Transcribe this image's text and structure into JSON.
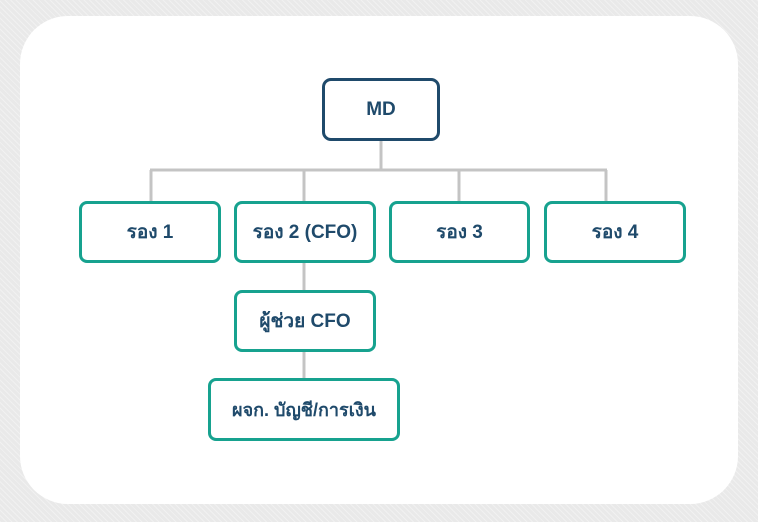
{
  "org_chart": {
    "root": {
      "label": "MD"
    },
    "deputies": [
      {
        "label": "รอง 1"
      },
      {
        "label": "รอง 2 (CFO)"
      },
      {
        "label": "รอง 3"
      },
      {
        "label": "รอง 4"
      }
    ],
    "cfo_assistant": {
      "label": "ผู้ช่วย CFO"
    },
    "accounting_manager": {
      "label": "ผจก. บัญชี/การเงิน"
    },
    "colors": {
      "root_border": "#1f4a6b",
      "node_border": "#17a28f",
      "text": "#1f4a6b",
      "connector": "#c4c4c4"
    }
  }
}
